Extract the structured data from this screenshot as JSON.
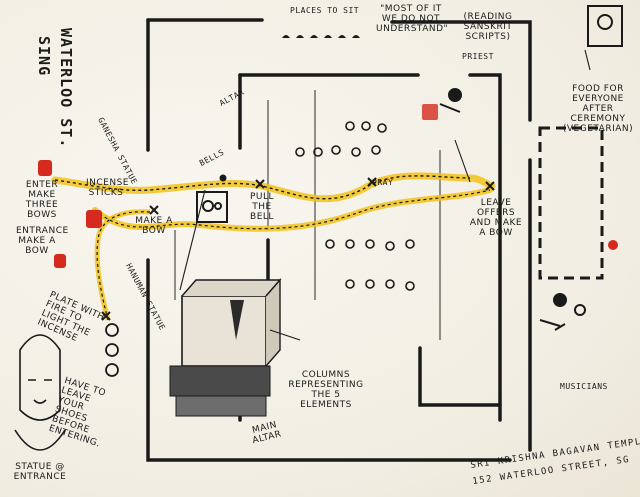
{
  "street_name": {
    "line1": "WATERLOO ST.",
    "line2": "SING"
  },
  "labels": {
    "places_to_sit": "PLACES TO SIT",
    "quote": "\"MOST OF IT WE DO NOT UNDERSTAND\"",
    "reading": "(READING SANSKRIT SCRIPTS)",
    "priest": "PRIEST",
    "food": "FOOD FOR EVERYONE AFTER CEREMONY (VEGETARIAN)",
    "ganesha": "GANESHA STATUE",
    "altar": "ALTAR",
    "bells": "BELLS",
    "pull_bell": "PULL THE BELL",
    "pray": "PRAY",
    "leave_offers": "LEAVE OFFERS AND MAKE A BOW",
    "make_bow": "MAKE A BOW",
    "enter_bows": "ENTER MAKE THREE BOWS",
    "incense": "INCENSE STICKS",
    "entrance_bow": "ENTRANCE MAKE A BOW",
    "hanuman": "HANUMAN STATUE",
    "plate": "PLATE WITH FIRE TO LIGHT THE INCENSE",
    "shoes": "HAVE TO LEAVE YOUR SHOES BEFORE ENTERING.",
    "statue_entrance": "STATUE @ ENTRANCE",
    "main_altar": "MAIN ALTAR",
    "columns": "COLUMNS REPRESENTING THE 5 ELEMENTS",
    "musicians": "MUSICIANS",
    "footer_line1": "SRI KRISHNA BAGAVAN TEMPLE",
    "footer_line2": "152 WATERLOO STREET, SG"
  },
  "colors": {
    "path": "#f2c21a",
    "accent_red": "#d62a1e",
    "ink": "#1a1a1a"
  }
}
